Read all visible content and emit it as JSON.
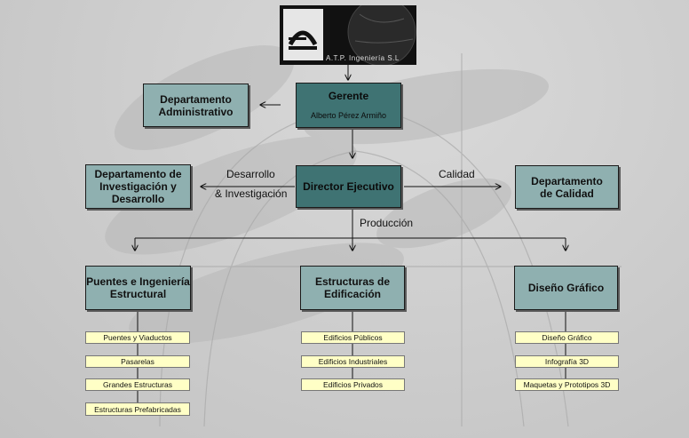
{
  "logo": {
    "text": "A.T.P. Ingeniería S.L"
  },
  "gerente": {
    "title": "Gerente",
    "name": "Alberto Pérez Armiño"
  },
  "director": {
    "title": "Director Ejecutivo"
  },
  "dept_admin": {
    "line1": "Departamento",
    "line2": "Administrativo"
  },
  "dept_investigacion": {
    "line1": "Departamento de",
    "line2": "Investigación y",
    "line3": "Desarrollo"
  },
  "dept_calidad": {
    "line1": "Departamento",
    "line2": "de Calidad"
  },
  "labels": {
    "desarrollo": "Desarrollo",
    "investigacion": "& Investigación",
    "calidad": "Calidad",
    "produccion": "Producción"
  },
  "divisions": [
    {
      "line1": "Puentes e  Ingeniería",
      "line2": "Estructural",
      "items": [
        "Puentes y Viaductos",
        "Pasarelas",
        "Grandes Estructuras",
        "Estructuras Prefabricadas"
      ]
    },
    {
      "line1": "Estructuras de",
      "line2": "Edificación",
      "items": [
        "Edificios Públicos",
        "Edificios Industriales",
        "Edificios Privados"
      ]
    },
    {
      "line1": "Diseño Gráfico",
      "line2": "",
      "items": [
        "Diseño Gráfico",
        "Infografía 3D",
        "Maquetas y Prototipos 3D"
      ]
    }
  ],
  "colors": {
    "light_box": "#8fb0b0",
    "dark_box": "#3f7373",
    "item_fill": "#ffffc6"
  }
}
